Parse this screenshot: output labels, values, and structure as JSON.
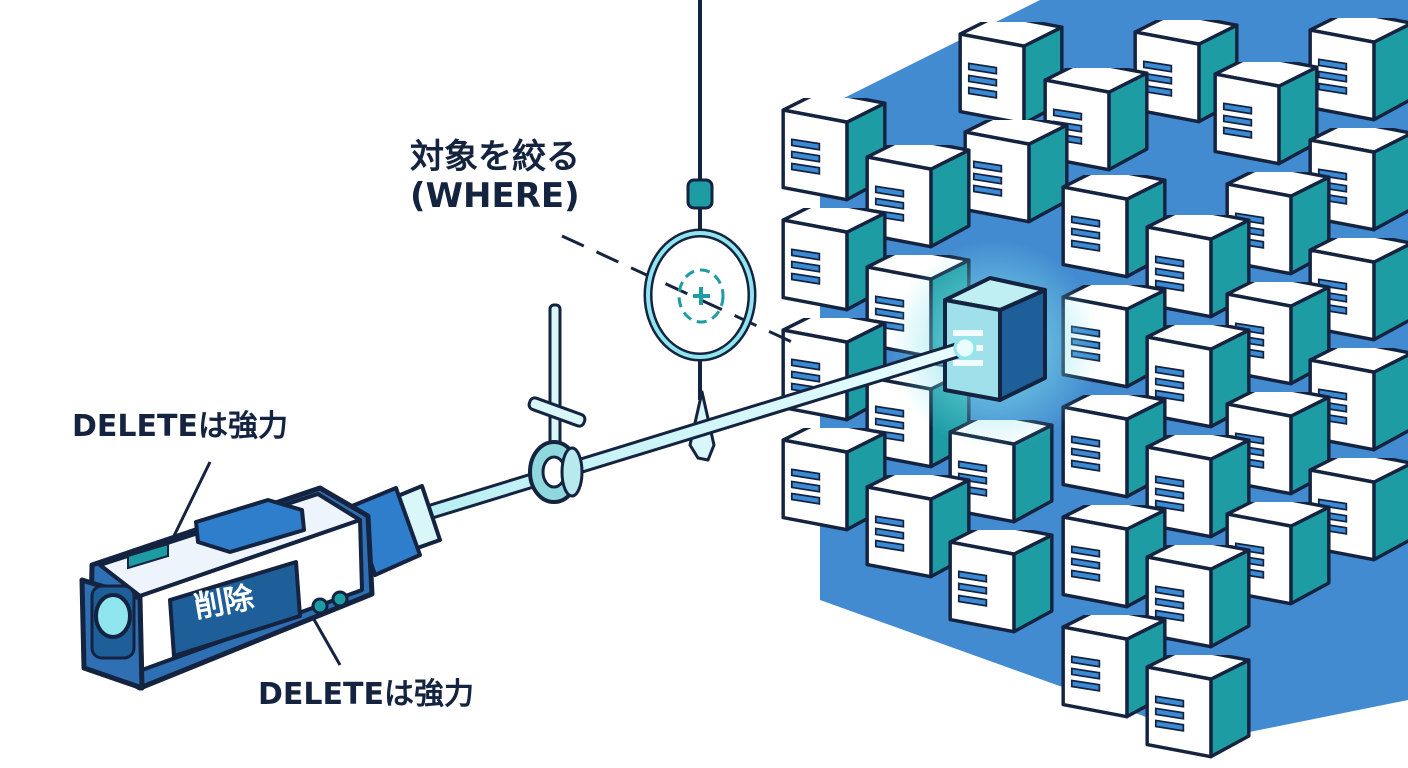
{
  "labels": {
    "target_line1": "対象を絞る",
    "target_line2": "(WHERE)",
    "delete_top": "DELETEは強力",
    "delete_bottom": "DELETEは強力",
    "device_text": "削除"
  },
  "colors": {
    "ink": "#14233f",
    "teal": "#1e9ca4",
    "blue": "#2f7ecb",
    "glow": "#8fe6ef",
    "device_blue": "#2f6fb3"
  }
}
